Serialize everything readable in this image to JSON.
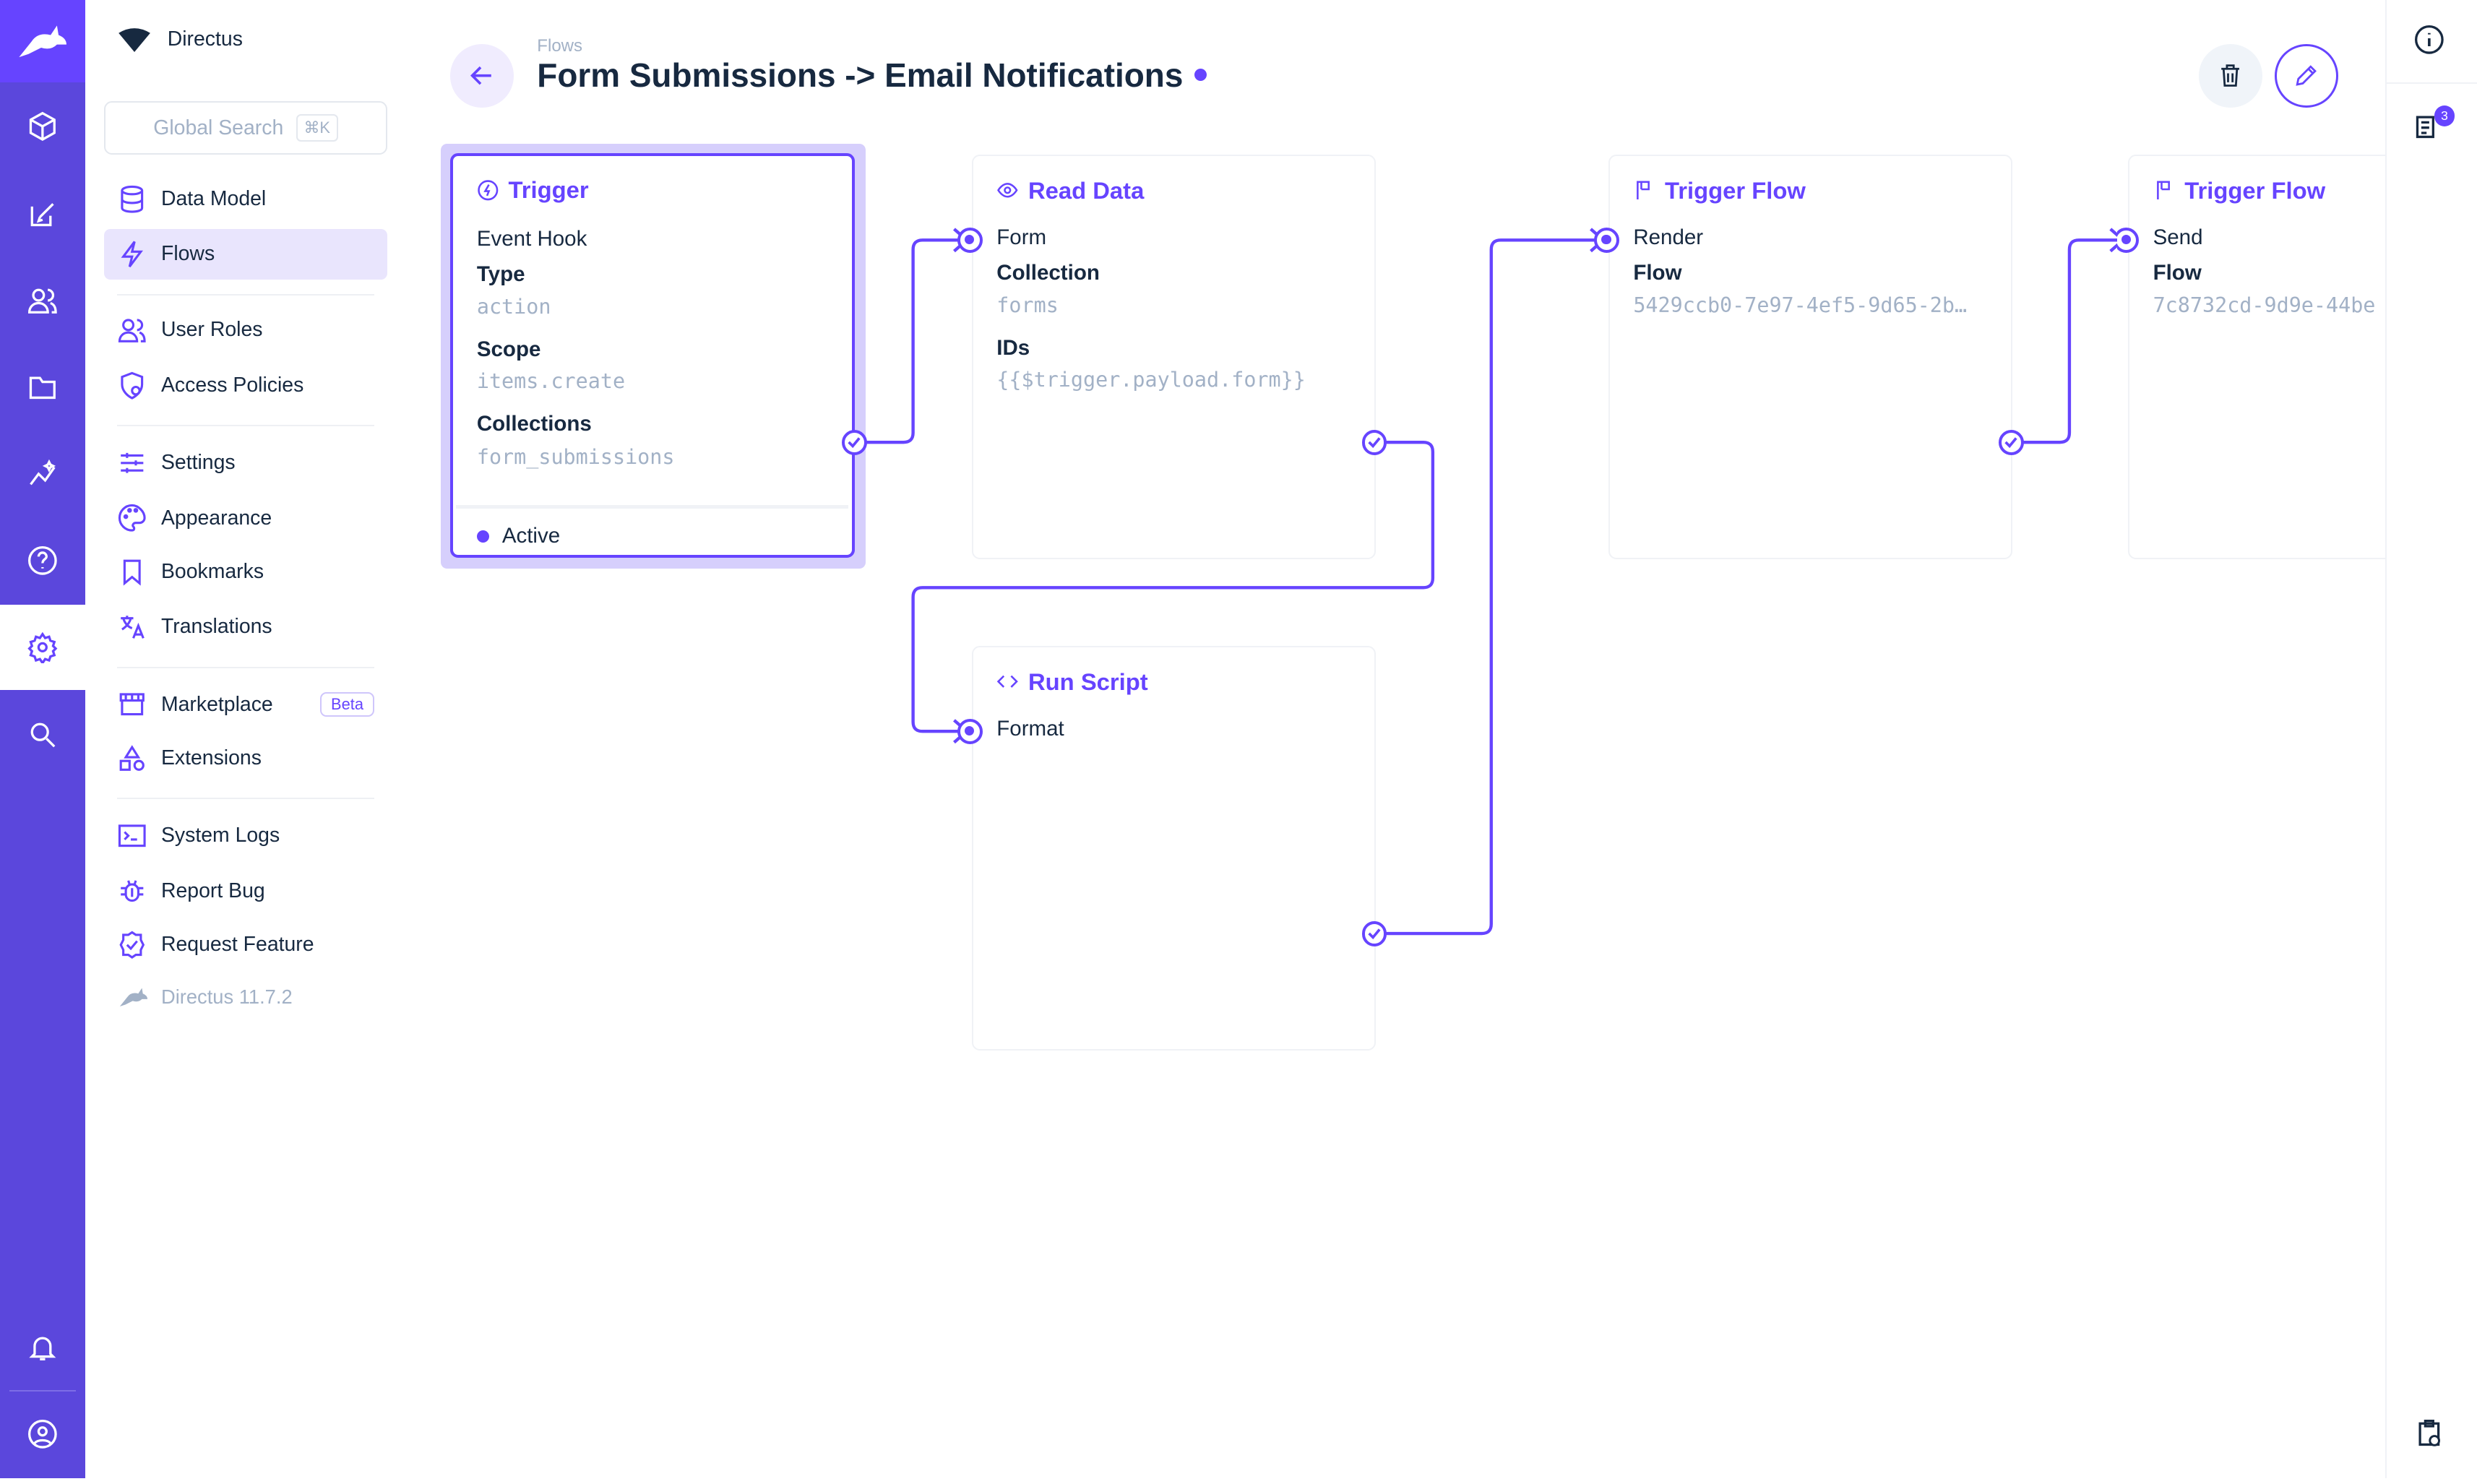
{
  "app": {
    "project_name": "Directus",
    "version": "Directus 11.7.2"
  },
  "search": {
    "placeholder": "Global Search",
    "shortcut": "⌘K"
  },
  "rail": {
    "items": [
      "content-icon",
      "edit-icon",
      "users-icon",
      "files-icon",
      "insights-icon",
      "help-icon",
      "settings-icon",
      "search-icon"
    ],
    "selected": "settings-icon",
    "bottom": [
      "bell-icon",
      "user-icon"
    ]
  },
  "nav": {
    "items": [
      {
        "label": "Data Model",
        "icon": "database-icon"
      },
      {
        "label": "Flows",
        "icon": "bolt-icon",
        "selected": true
      },
      {
        "label": "User Roles",
        "icon": "users-icon"
      },
      {
        "label": "Access Policies",
        "icon": "shield-icon"
      },
      {
        "label": "Settings",
        "icon": "sliders-icon"
      },
      {
        "label": "Appearance",
        "icon": "palette-icon"
      },
      {
        "label": "Bookmarks",
        "icon": "bookmark-icon"
      },
      {
        "label": "Translations",
        "icon": "translate-icon"
      },
      {
        "label": "Marketplace",
        "icon": "store-icon",
        "badge": "Beta"
      },
      {
        "label": "Extensions",
        "icon": "shapes-icon"
      },
      {
        "label": "System Logs",
        "icon": "terminal-icon"
      },
      {
        "label": "Report Bug",
        "icon": "bug-icon"
      },
      {
        "label": "Request Feature",
        "icon": "verified-icon"
      }
    ]
  },
  "header": {
    "breadcrumb": "Flows",
    "title": "Form Submissions -> Email Notifications",
    "status_color": "#6644ff"
  },
  "colors": {
    "accent": "#6644ff",
    "rail": "#5b47dc",
    "selected_bg": "#e9e5fd"
  },
  "notifications": {
    "count": "3"
  },
  "flow": {
    "trigger": {
      "title": "Trigger",
      "subtitle": "Event Hook",
      "fields": [
        {
          "label": "Type",
          "value": "action"
        },
        {
          "label": "Scope",
          "value": "items.create"
        },
        {
          "label": "Collections",
          "value": "form_submissions"
        }
      ],
      "status": "Active"
    },
    "read": {
      "title": "Read Data",
      "name": "Form",
      "fields": [
        {
          "label": "Collection",
          "value": "forms"
        },
        {
          "label": "IDs",
          "value": "{{$trigger.payload.form}}"
        }
      ]
    },
    "script": {
      "title": "Run Script",
      "name": "Format"
    },
    "flow1": {
      "title": "Trigger Flow",
      "name": "Render",
      "fields": [
        {
          "label": "Flow",
          "value": "5429ccb0-7e97-4ef5-9d65-2b…"
        }
      ]
    },
    "flow2": {
      "title": "Trigger Flow",
      "name": "Send",
      "fields": [
        {
          "label": "Flow",
          "value": "7c8732cd-9d9e-44be"
        }
      ]
    }
  }
}
